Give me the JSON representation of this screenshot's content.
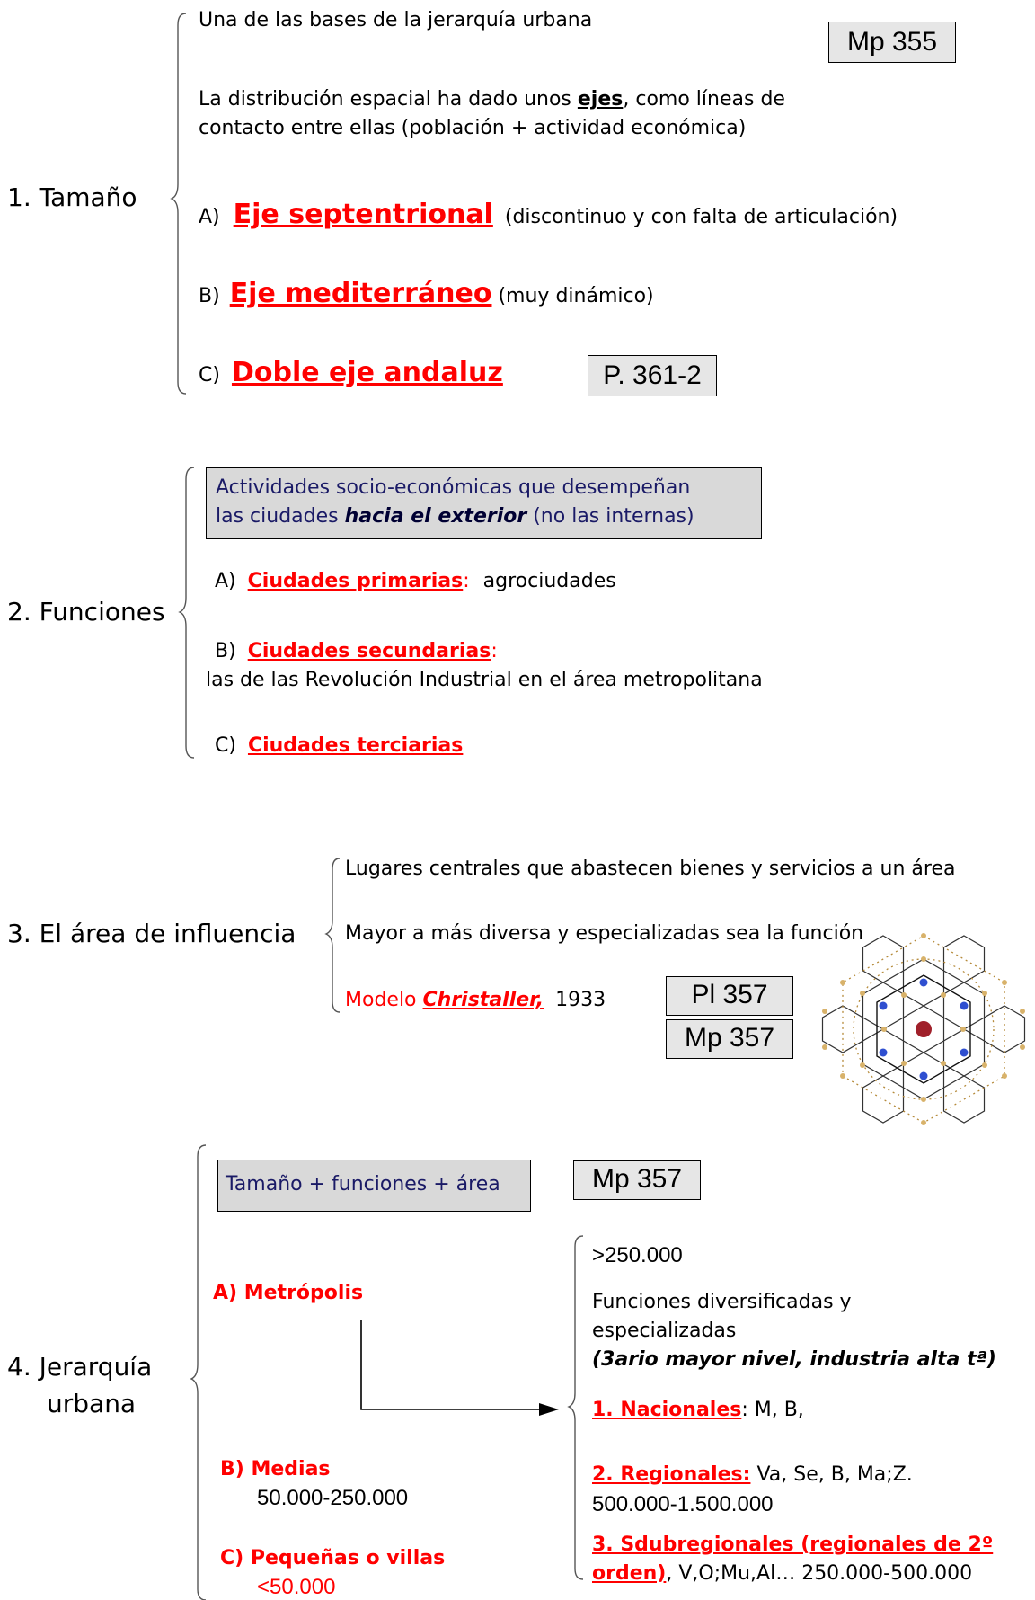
{
  "section1": {
    "heading": "1. Tamaño",
    "line1": "Una de las bases de la jerarquía urbana",
    "tag": "Mp 355",
    "dist_pre": "La distribución espacial ha dado unos ",
    "dist_bold": "ejes",
    "dist_post": ", como líneas de",
    "dist_line2": "contacto entre ellas (población + actividad económica)",
    "a_letter": "A)",
    "a_title": "Eje septentrional",
    "a_note": "(discontinuo y con falta de articulación)",
    "b_letter": "B)",
    "b_title": "Eje mediterráneo",
    "b_note": "(muy dinámico)",
    "c_letter": "C)",
    "c_title": "Doble eje andaluz",
    "c_tag": "P. 361-2"
  },
  "section2": {
    "heading": "2. Funciones",
    "box_line1": "Actividades socio-económicas que desempeñan",
    "box_line2_pre": "las ciudades ",
    "box_line2_em": "hacia el exterior",
    "box_line2_post": " (no las internas)",
    "a_letter": "A)",
    "a_title": "Ciudades primarias",
    "a_colon": ":",
    "a_note": "agrociudades",
    "b_letter": "B)",
    "b_title": "Ciudades secundarias",
    "b_colon": ":",
    "b_note": "las de las Revolución Industrial en el área metropolitana",
    "c_letter": "C)",
    "c_title": "Ciudades terciarias"
  },
  "section3": {
    "heading": "3. El área de influencia",
    "line1": "Lugares centrales que abastecen bienes y servicios a un área",
    "line2": "Mayor a más diversa y especializadas sea la función",
    "model_pre": "Modelo ",
    "model_em": "Christaller,",
    "model_year": "1933",
    "tag1": "Pl 357",
    "tag2": "Mp 357"
  },
  "section4": {
    "heading_line1": "4. Jerarquía",
    "heading_line2": "urbana",
    "box": "Tamaño + funciones + área",
    "tag": "Mp 357",
    "a_title": "A) Metrópolis",
    "b_title": "B) Medias",
    "b_range": "50.000-250.000",
    "c_title": "C) Pequeñas o villas",
    "c_range": "<50.000",
    "r_pop": ">250.000",
    "r_func1": "Funciones diversificadas y",
    "r_func2": "especializadas",
    "r_func3": "(3ario mayor nivel, industria alta tª)",
    "r1_title": "1. Nacionales",
    "r1_note": ": M, B,",
    "r2_title": "2. Regionales:",
    "r2_note": " Va, Se, B, Ma;Z.",
    "r2_range": "500.000-1.500.000",
    "r3_title_a": "3. Sdubregionales (regionales de 2º",
    "r3_title_b": "orden)",
    "r3_note": ", V,O;Mu,Al… 250.000-500.000"
  },
  "colors": {
    "accent_red": "#ff0000",
    "box_gray": "#d9d9d9",
    "navy": "#1a1a66"
  }
}
